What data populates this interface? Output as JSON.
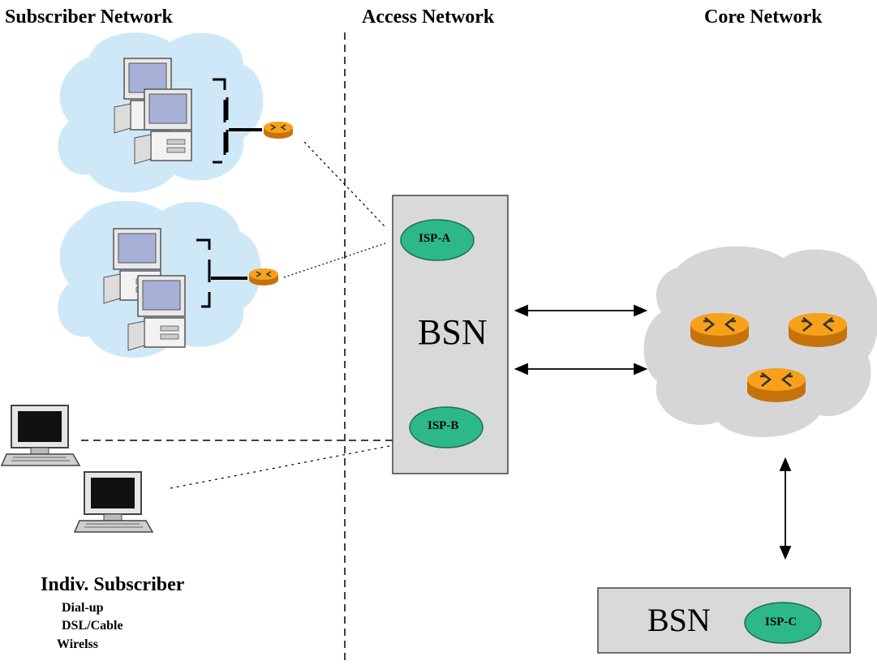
{
  "headers": {
    "subscriber": "Subscriber Network",
    "access": "Access Network",
    "core": "Core Network"
  },
  "bsn_main": {
    "label": "BSN",
    "isp_a": "ISP-A",
    "isp_b": "ISP-B"
  },
  "bsn_bottom": {
    "label": "BSN",
    "isp_c": "ISP-C"
  },
  "indiv_subscriber": {
    "title": "Indiv. Subscriber",
    "types": [
      "Dial-up",
      "DSL/Cable",
      "Wirelss"
    ]
  },
  "colors": {
    "isp_fill": "#2db88a",
    "bsn_box": "#d9d9d9",
    "cloud_blue": "#cfe8f7",
    "cloud_gray": "#d6d6d6",
    "router_orange": "#f7a11a"
  }
}
